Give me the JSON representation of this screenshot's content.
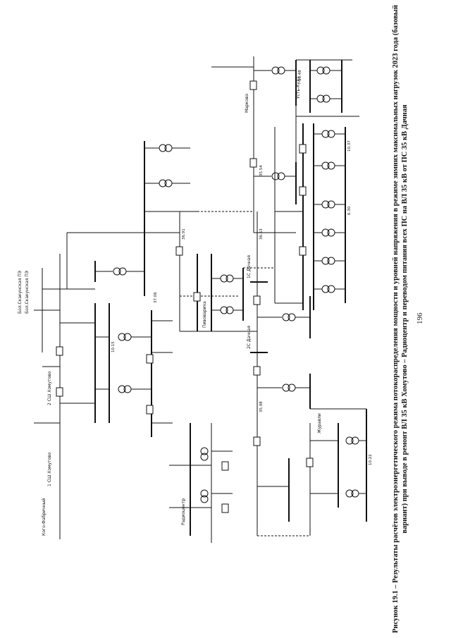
{
  "caption": "Рисунок 19.1 – Результаты расчётов электроэнергетического режима потокораспределения мощности и уровней напряжения в режиме зимних максимальных нагрузок 2023 года (базовый вариант) при выводе в ремонт ВЛ 35 кВ Хомутово – Радиоцентр и переводом питания всех ПС на ВЛ 35 кВ от ПС 35 кВ Дачная",
  "page_number": "196",
  "labels": {
    "bus_vs1": "1 СШ Хомутово",
    "bus_vs2": "2 СШ Хомутово",
    "bus_radio": "Радиоцентр",
    "bus_dach": "1С Дачная",
    "bus_dach2": "2С Дачная",
    "bus_marko": "Марково",
    "bus_zhurav": "Журавли",
    "bus_ust": "Усть-Куда",
    "bus_pivo": "Пивовариха",
    "line_a": "Бол.Скакунская ПЭ",
    "line_b": "Бол.Скакунская ПЭ",
    "feed": "Кого-Фабричный",
    "v1": "37.06",
    "v2": "36.91",
    "v3": "36.53",
    "v4": "35.98",
    "v5": "35.54",
    "v6": "10.48",
    "v7": "10.37",
    "v8": "6.30",
    "v9": "10.22",
    "v10": "10.15"
  }
}
